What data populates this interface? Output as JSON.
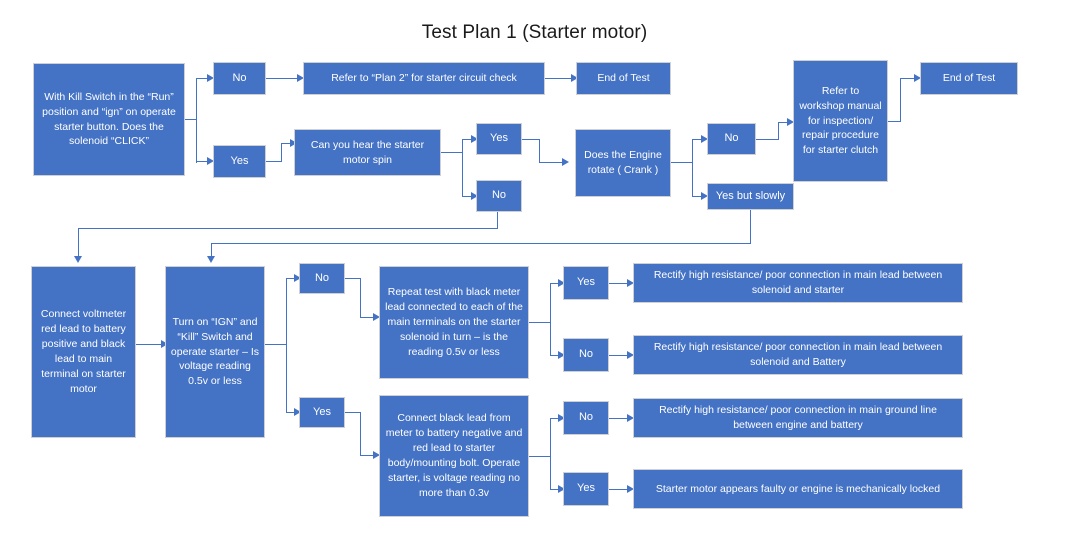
{
  "title": "Test Plan 1 (Starter motor)",
  "colors": {
    "node_fill": "#4472C4",
    "node_border": "#d0d0d0",
    "node_text": "#ffffff",
    "connector": "#4472C4",
    "title_text": "#1a1a1a",
    "background": "#ffffff"
  },
  "nodes": {
    "start": "With Kill Switch in the “Run” position and “ign” on operate starter button.\nDoes the solenoid “CLICK”",
    "start_no": "No",
    "start_yes": "Yes",
    "refer_plan2": "Refer to “Plan 2” for starter circuit check",
    "end_of_test_1": "End of Test",
    "hear_starter": "Can you hear the starter motor spin",
    "hear_yes": "Yes",
    "hear_no": "No",
    "engine_rotate": "Does the Engine rotate\n( Crank )",
    "rotate_no": "No",
    "rotate_yes_slowly": "Yes but slowly",
    "workshop_manual": "Refer to workshop manual for inspection/ repair procedure for starter clutch",
    "end_of_test_2": "End of Test",
    "connect_voltmeter": "Connect voltmeter red lead to battery positive and black lead to main terminal on starter motor",
    "turn_on_ign": "Turn on “IGN” and “Kill” Switch and operate starter – Is voltage reading 0.5v or less",
    "ign_no": "No",
    "ign_yes": "Yes",
    "repeat_test": "Repeat test with black meter lead connected to each of the main terminals on the starter solenoid in turn – is the reading 0.5v or less",
    "repeat_yes": "Yes",
    "repeat_no": "No",
    "connect_black_lead": "Connect black lead from meter to battery negative and red lead to starter body/mounting bolt. Operate starter, is voltage reading no more than 0.3v",
    "black_no": "No",
    "black_yes": "Yes",
    "result_solenoid_starter": "Rectify high resistance/ poor connection in main lead between solenoid and starter",
    "result_solenoid_battery": "Rectify high resistance/ poor connection in main lead between solenoid and Battery",
    "result_ground_line": "Rectify high resistance/ poor connection in main ground line between engine and battery",
    "result_motor_faulty": "Starter motor appears faulty or engine is mechanically locked"
  }
}
